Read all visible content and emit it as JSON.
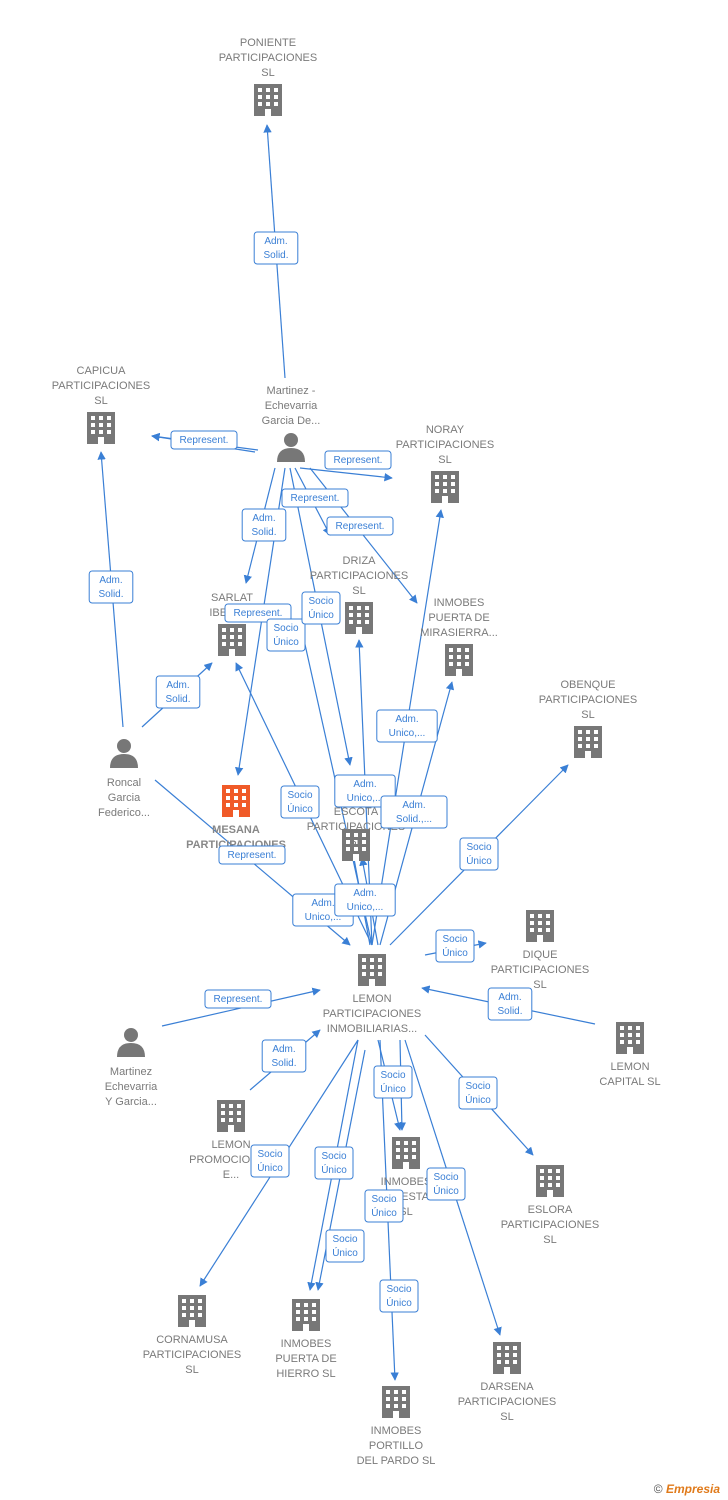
{
  "colors": {
    "edge": "#3a7fd5",
    "company": "#777777",
    "focus": "#f05a28",
    "person": "#777777"
  },
  "nodes": [
    {
      "id": "poniente",
      "kind": "company",
      "lines": [
        "PONIENTE",
        "PARTICIPACIONES",
        "SL"
      ]
    },
    {
      "id": "capicua",
      "kind": "company",
      "lines": [
        "CAPICUA",
        "PARTICIPACIONES",
        "SL"
      ]
    },
    {
      "id": "martinez1",
      "kind": "person",
      "lines": [
        "Martinez -",
        "Echevarria",
        "Garcia De..."
      ]
    },
    {
      "id": "noray",
      "kind": "company",
      "lines": [
        "NORAY",
        "PARTICIPACIONES",
        "SL"
      ]
    },
    {
      "id": "driza",
      "kind": "company",
      "lines": [
        "DRIZA",
        "PARTICIPACIONES",
        "SL"
      ]
    },
    {
      "id": "sarlat",
      "kind": "company",
      "lines": [
        "SARLAT",
        "IBERIA..."
      ]
    },
    {
      "id": "mirasierra",
      "kind": "company",
      "lines": [
        "INMOBES",
        "PUERTA DE",
        "MIRASIERRA..."
      ]
    },
    {
      "id": "obenque",
      "kind": "company",
      "lines": [
        "OBENQUE",
        "PARTICIPACIONES",
        "SL"
      ]
    },
    {
      "id": "roncal",
      "kind": "person",
      "lines": [
        "Roncal",
        "Garcia",
        "Federico..."
      ]
    },
    {
      "id": "mesana",
      "kind": "focus",
      "lines": [
        "MESANA",
        "PARTICIPACIONES"
      ]
    },
    {
      "id": "escota",
      "kind": "company",
      "lines": [
        "ESCOTA",
        "PARTICIPACIONES",
        "SL"
      ]
    },
    {
      "id": "dique",
      "kind": "company",
      "lines": [
        "DIQUE",
        "PARTICIPACIONES",
        "SL"
      ]
    },
    {
      "id": "lemonpart",
      "kind": "company",
      "lines": [
        "LEMON",
        "PARTICIPACIONES",
        "INMOBILIARIAS..."
      ]
    },
    {
      "id": "lemoncap",
      "kind": "company",
      "lines": [
        "LEMON",
        "CAPITAL SL"
      ]
    },
    {
      "id": "martinez2",
      "kind": "person",
      "lines": [
        "Martinez",
        "Echevarria",
        "Y Garcia..."
      ]
    },
    {
      "id": "lemonprom",
      "kind": "company",
      "lines": [
        "LEMON",
        "PROMOCIONES",
        "E..."
      ]
    },
    {
      "id": "inmobesreal",
      "kind": "company",
      "lines": [
        "INMOBES",
        "REAL ESTATE",
        "SL"
      ]
    },
    {
      "id": "eslora",
      "kind": "company",
      "lines": [
        "ESLORA",
        "PARTICIPACIONES",
        "SL"
      ]
    },
    {
      "id": "cornamusa",
      "kind": "company",
      "lines": [
        "CORNAMUSA",
        "PARTICIPACIONES",
        "SL"
      ]
    },
    {
      "id": "hierro",
      "kind": "company",
      "lines": [
        "INMOBES",
        "PUERTA DE",
        "HIERRO SL"
      ]
    },
    {
      "id": "darsena",
      "kind": "company",
      "lines": [
        "DARSENA",
        "PARTICIPACIONES",
        "SL"
      ]
    },
    {
      "id": "portillo",
      "kind": "company",
      "lines": [
        "INMOBES",
        "PORTILLO",
        "DEL PARDO SL"
      ]
    }
  ],
  "edges": [
    {
      "lines": [
        "Adm.",
        "Solid."
      ]
    },
    {
      "lines": [
        "Adm.",
        "Solid."
      ]
    },
    {
      "lines": [
        "Represent."
      ]
    },
    {
      "lines": [
        "Represent."
      ]
    },
    {
      "lines": [
        "Adm.",
        "Solid."
      ]
    },
    {
      "lines": [
        "Represent."
      ]
    },
    {
      "lines": [
        "Represent."
      ]
    },
    {
      "lines": [
        "Represent."
      ]
    },
    {
      "lines": [
        "Adm.",
        "Solid."
      ]
    },
    {
      "lines": [
        "Adm.",
        "Solid."
      ]
    },
    {
      "lines": [
        "Represent."
      ]
    },
    {
      "lines": [
        "Socio",
        "Único"
      ]
    },
    {
      "lines": [
        "Adm.",
        "Unico,..."
      ]
    },
    {
      "lines": [
        "Socio",
        "Único"
      ]
    },
    {
      "lines": [
        "Adm.",
        "Unico,..."
      ]
    },
    {
      "lines": [
        "Adm.",
        "Solid.,..."
      ]
    },
    {
      "lines": [
        "Socio",
        "Único"
      ]
    },
    {
      "lines": [
        "Adm.",
        "Unico,..."
      ]
    },
    {
      "lines": [
        "Adm.",
        "Unico,..."
      ]
    },
    {
      "lines": [
        "Socio",
        "Único"
      ]
    },
    {
      "lines": [
        "Socio",
        "Único"
      ]
    },
    {
      "lines": [
        "Adm.",
        "Solid."
      ]
    },
    {
      "lines": [
        "Represent."
      ]
    },
    {
      "lines": [
        "Adm.",
        "Solid."
      ]
    },
    {
      "lines": [
        "Socio",
        "Único"
      ]
    },
    {
      "lines": [
        "Socio",
        "Único"
      ]
    },
    {
      "lines": [
        "Socio",
        "Único"
      ]
    },
    {
      "lines": [
        "Socio",
        "Único"
      ]
    },
    {
      "lines": [
        "Socio",
        "Único"
      ]
    },
    {
      "lines": [
        "Socio",
        "Único"
      ]
    },
    {
      "lines": [
        "Socio",
        "Único"
      ]
    },
    {
      "lines": [
        "Socio",
        "Único"
      ]
    }
  ],
  "copyright": {
    "symbol": "©",
    "brand": "Empresia"
  }
}
